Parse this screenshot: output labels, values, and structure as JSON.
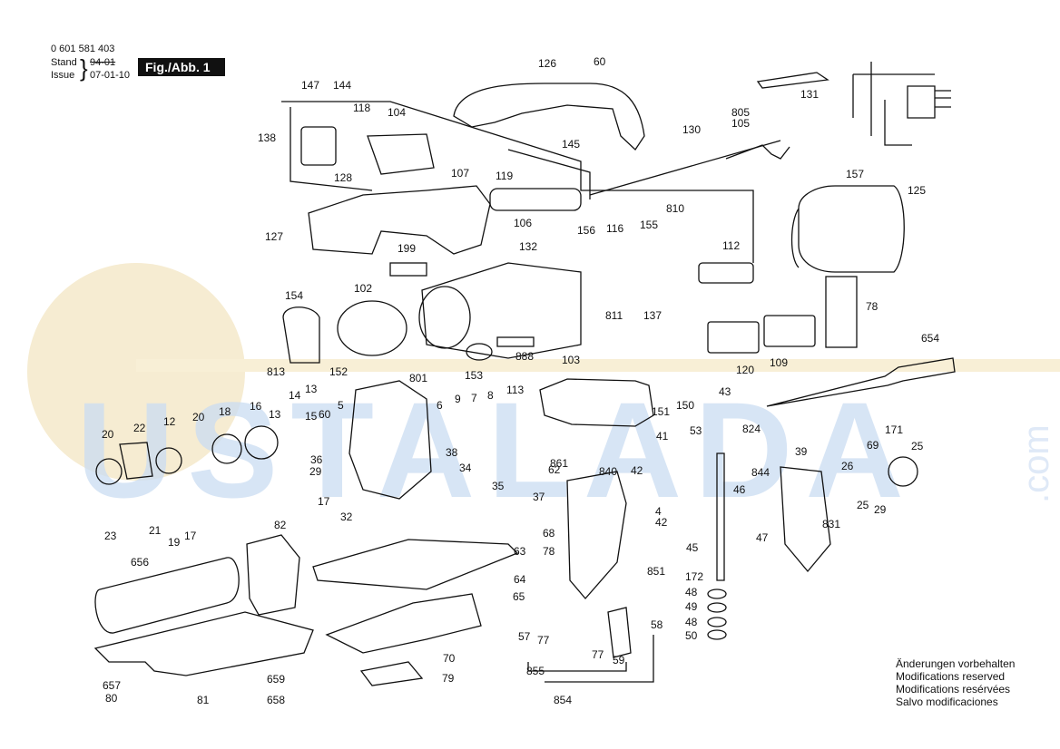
{
  "header": {
    "part_number": "0 601 581 403",
    "stand_label": "Stand",
    "stand_value": "94-01",
    "issue_label": "Issue",
    "issue_value": "07-01-10",
    "figure_label": "Fig./Abb. 1"
  },
  "notes": [
    "Änderungen vorbehalten",
    "Modifications reserved",
    "Modifications resérvées",
    "Salvo modificaciones"
  ],
  "watermark": {
    "text": "USTALADA",
    "suffix": ".com",
    "colors": {
      "letters": "#c9dcf2",
      "circle": "#f6ecd2",
      "band": "#f8efd6"
    }
  },
  "callouts": [
    "60",
    "126",
    "131",
    "147",
    "144",
    "118",
    "104",
    "138",
    "805",
    "105",
    "130",
    "145",
    "128",
    "107",
    "119",
    "157",
    "125",
    "106",
    "810",
    "127",
    "199",
    "132",
    "156",
    "116",
    "155",
    "112",
    "154",
    "102",
    "811",
    "137",
    "78",
    "813",
    "152",
    "153",
    "888",
    "120",
    "109",
    "103",
    "654",
    "801",
    "14",
    "13",
    "13",
    "15",
    "16",
    "18",
    "20",
    "20",
    "22",
    "12",
    "60",
    "5",
    "6",
    "9",
    "7",
    "8",
    "113",
    "151",
    "150",
    "43",
    "41",
    "53",
    "824",
    "171",
    "69",
    "36",
    "29",
    "38",
    "62",
    "861",
    "39",
    "25",
    "26",
    "840",
    "42",
    "844",
    "34",
    "35",
    "46",
    "25",
    "29",
    "831",
    "17",
    "32",
    "37",
    "4",
    "42",
    "68",
    "78",
    "45",
    "47",
    "21",
    "19",
    "17",
    "23",
    "82",
    "63",
    "851",
    "656",
    "64",
    "65",
    "172",
    "48",
    "49",
    "48",
    "50",
    "57",
    "77",
    "77",
    "58",
    "59",
    "70",
    "657",
    "80",
    "659",
    "658",
    "81",
    "79",
    "855",
    "854"
  ]
}
